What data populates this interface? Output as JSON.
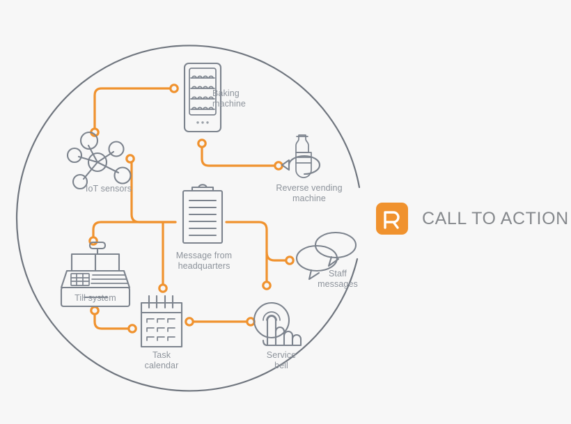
{
  "diagram": {
    "title": "Connected store hub diagram",
    "colors": {
      "background": "#f7f7f7",
      "accent_orange": "#f0922e",
      "icon_gray": "#7c838d",
      "label_gray": "#8d939b",
      "cta_text_gray": "#86898d"
    },
    "hub": {
      "label": "Message from\nheadquarters",
      "icon": "clipboard-icon"
    },
    "nodes": [
      {
        "id": "baking-machine",
        "label": "Baking\nmachine",
        "icon": "baking-machine-icon"
      },
      {
        "id": "iot-sensors",
        "label": "IoT sensors",
        "icon": "iot-sensors-icon"
      },
      {
        "id": "reverse-vending",
        "label": "Reverse vending\nmachine",
        "icon": "reverse-vending-machine-icon"
      },
      {
        "id": "staff-messages",
        "label": "Staff\nmessages",
        "icon": "speech-bubbles-icon"
      },
      {
        "id": "till-system",
        "label": "Till system",
        "icon": "cash-register-icon"
      },
      {
        "id": "task-calendar",
        "label": "Task\ncalendar",
        "icon": "calendar-icon"
      },
      {
        "id": "service-bell",
        "label": "Service\nbell",
        "icon": "service-bell-icon"
      }
    ],
    "cta": {
      "logo_glyph": "R",
      "label": "CALL TO ACTION"
    }
  }
}
